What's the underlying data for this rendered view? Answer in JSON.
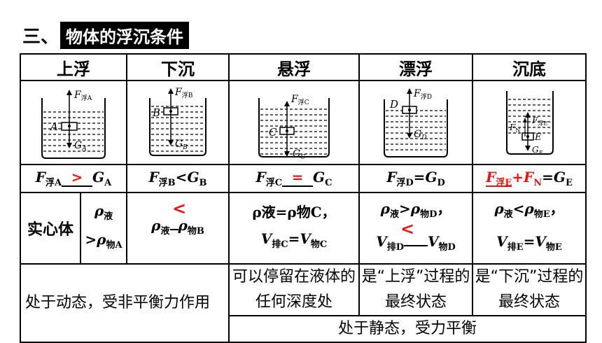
{
  "title": {
    "prefix": "三、",
    "text": "物体的浮沉条件"
  },
  "headers": [
    "上浮",
    "下沉",
    "悬浮",
    "漂浮",
    "沉底"
  ],
  "diagram_labels": {
    "up": {
      "obj": "A",
      "f": "F",
      "f_sub": "浮A",
      "g": "G",
      "g_sub": "A"
    },
    "down": {
      "obj": "B",
      "f": "F",
      "f_sub": "浮B",
      "g": "G",
      "g_sub": "B"
    },
    "suspend": {
      "obj": "C",
      "f": "F",
      "f_sub": "浮C",
      "g": "G",
      "g_sub": "C"
    },
    "float": {
      "obj": "D",
      "f": "F",
      "f_sub": "浮D",
      "g": "G",
      "g_sub": "D"
    },
    "sink": {
      "obj": "E",
      "f": "F",
      "f_sub": "浮E",
      "n": "F",
      "n_sub": "N",
      "g": "G",
      "g_sub": "E"
    }
  },
  "forces": {
    "up": {
      "f": "F",
      "f_sub": "浮A",
      "op": ">",
      "g": "G",
      "g_sub": "A"
    },
    "down": {
      "f": "F",
      "f_sub": "浮B",
      "op": "<",
      "g": "G",
      "g_sub": "B"
    },
    "suspend": {
      "f": "F",
      "f_sub": "浮C",
      "op": "=",
      "g": "G",
      "g_sub": "C"
    },
    "float": {
      "f": "F",
      "f_sub": "浮D",
      "op": "=",
      "g": "G",
      "g_sub": "D"
    },
    "sink": {
      "f": "F",
      "f_sub": "浮E",
      "plus": "+",
      "n": "F",
      "n_sub": "N",
      "eq": "=",
      "g": "G",
      "g_sub": "E"
    }
  },
  "solid_label": "实心体",
  "density": {
    "up": {
      "l1": "ρ",
      "l1_sub": "液",
      "op": ">",
      "l2": "ρ",
      "l2_sub": "物A"
    },
    "down": {
      "op": "<",
      "a": "ρ",
      "a_sub": "液",
      "b": "ρ",
      "b_sub": "物B"
    },
    "suspend": {
      "r1": "ρ液=ρ物C，",
      "a": "V",
      "a_sub": "排C",
      "op": "=",
      "b": "V",
      "b_sub": "物C"
    },
    "float": {
      "r1a": "ρ",
      "r1a_sub": "液",
      "r1op": ">",
      "r1b": "ρ",
      "r1b_sub": "物D",
      "r1end": "，",
      "op": "<",
      "a": "V",
      "a_sub": "排D",
      "b": "V",
      "b_sub": "物D"
    },
    "sink": {
      "r1a": "ρ",
      "r1a_sub": "液",
      "r1op": "<",
      "r1b": "ρ",
      "r1b_sub": "物E",
      "r1end": "，",
      "a": "V",
      "a_sub": "排E",
      "op": "=",
      "b": "V",
      "b_sub": "物E"
    }
  },
  "states": {
    "dynamic": "处于动态，受非平衡力作用",
    "suspend": "可以停留在液体的任何深度处",
    "float": "是“上浮”过程的最终状态",
    "sink": "是“下沉”过程的最终状态",
    "static": "处于静态，受力平衡"
  }
}
